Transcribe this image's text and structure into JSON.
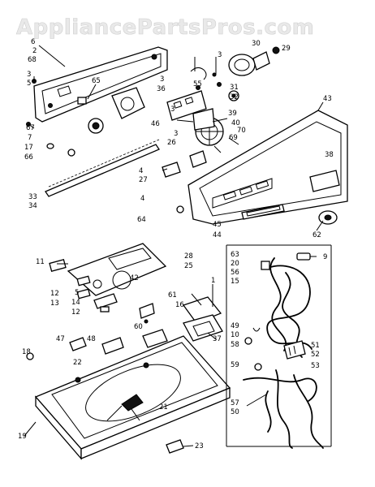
{
  "watermark": "AppliancePartsPros.com",
  "part_labels": [
    {
      "id": "6",
      "text": "6"
    },
    {
      "id": "2a",
      "text": "2"
    },
    {
      "id": "68",
      "text": "68"
    },
    {
      "id": "3a",
      "text": "3"
    },
    {
      "id": "5a",
      "text": "5"
    },
    {
      "id": "65",
      "text": "65"
    },
    {
      "id": "67",
      "text": "67"
    },
    {
      "id": "7",
      "text": "7"
    },
    {
      "id": "17",
      "text": "17"
    },
    {
      "id": "66",
      "text": "66"
    },
    {
      "id": "33",
      "text": "33"
    },
    {
      "id": "34",
      "text": "34"
    },
    {
      "id": "3b",
      "text": "3"
    },
    {
      "id": "36",
      "text": "36"
    },
    {
      "id": "55",
      "text": "55"
    },
    {
      "id": "3c",
      "text": "3"
    },
    {
      "id": "30",
      "text": "30"
    },
    {
      "id": "29",
      "text": "29"
    },
    {
      "id": "31",
      "text": "31"
    },
    {
      "id": "32",
      "text": "32"
    },
    {
      "id": "3d",
      "text": "3"
    },
    {
      "id": "46",
      "text": "46"
    },
    {
      "id": "39",
      "text": "39"
    },
    {
      "id": "40",
      "text": "40"
    },
    {
      "id": "70",
      "text": "70"
    },
    {
      "id": "69",
      "text": "69"
    },
    {
      "id": "43",
      "text": "43"
    },
    {
      "id": "3e",
      "text": "3"
    },
    {
      "id": "26",
      "text": "26"
    },
    {
      "id": "38",
      "text": "38"
    },
    {
      "id": "4a",
      "text": "4"
    },
    {
      "id": "27",
      "text": "27"
    },
    {
      "id": "4b",
      "text": "4"
    },
    {
      "id": "64",
      "text": "64"
    },
    {
      "id": "45",
      "text": "45"
    },
    {
      "id": "44",
      "text": "44"
    },
    {
      "id": "62",
      "text": "62"
    },
    {
      "id": "28",
      "text": "28"
    },
    {
      "id": "25",
      "text": "25"
    },
    {
      "id": "11",
      "text": "11"
    },
    {
      "id": "42",
      "text": "42"
    },
    {
      "id": "61",
      "text": "61"
    },
    {
      "id": "12a",
      "text": "12"
    },
    {
      "id": "13",
      "text": "13"
    },
    {
      "id": "5b",
      "text": "5"
    },
    {
      "id": "14",
      "text": "14"
    },
    {
      "id": "12b",
      "text": "12"
    },
    {
      "id": "1",
      "text": "1"
    },
    {
      "id": "16",
      "text": "16"
    },
    {
      "id": "60",
      "text": "60"
    },
    {
      "id": "47",
      "text": "47"
    },
    {
      "id": "48",
      "text": "48"
    },
    {
      "id": "37",
      "text": "37"
    },
    {
      "id": "18",
      "text": "18"
    },
    {
      "id": "22",
      "text": "22"
    },
    {
      "id": "21",
      "text": "21"
    },
    {
      "id": "19",
      "text": "19"
    },
    {
      "id": "23",
      "text": "23"
    },
    {
      "id": "63",
      "text": "63"
    },
    {
      "id": "20",
      "text": "20"
    },
    {
      "id": "56",
      "text": "56"
    },
    {
      "id": "15",
      "text": "15"
    },
    {
      "id": "9",
      "text": "9"
    },
    {
      "id": "49",
      "text": "49"
    },
    {
      "id": "10",
      "text": "10"
    },
    {
      "id": "58",
      "text": "58"
    },
    {
      "id": "59",
      "text": "59"
    },
    {
      "id": "51",
      "text": "51"
    },
    {
      "id": "52",
      "text": "52"
    },
    {
      "id": "53",
      "text": "53"
    },
    {
      "id": "57",
      "text": "57"
    },
    {
      "id": "50",
      "text": "50"
    }
  ]
}
